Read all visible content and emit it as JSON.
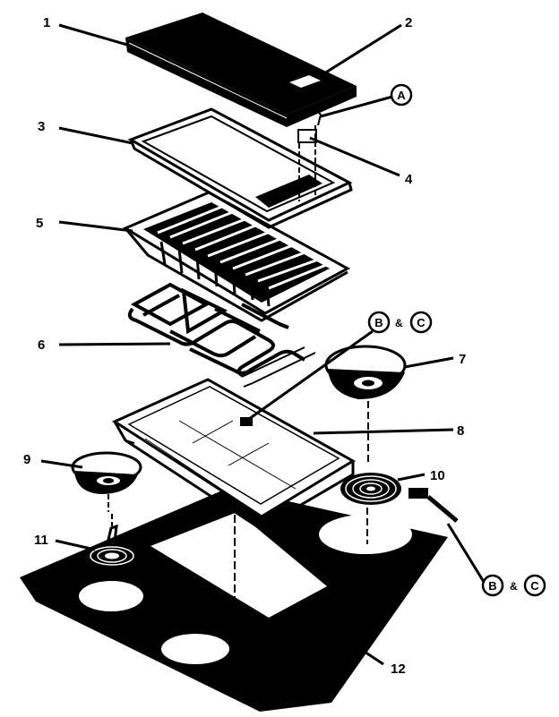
{
  "diagram": {
    "callouts": [
      {
        "id": "1",
        "text": "1"
      },
      {
        "id": "2",
        "text": "2"
      },
      {
        "id": "3",
        "text": "3"
      },
      {
        "id": "4",
        "text": "4"
      },
      {
        "id": "5",
        "text": "5"
      },
      {
        "id": "6",
        "text": "6"
      },
      {
        "id": "7",
        "text": "7"
      },
      {
        "id": "8",
        "text": "8"
      },
      {
        "id": "9",
        "text": "9"
      },
      {
        "id": "10",
        "text": "10"
      },
      {
        "id": "11",
        "text": "11"
      },
      {
        "id": "12",
        "text": "12"
      }
    ],
    "circle_labels": {
      "a": "A",
      "b_top": "B",
      "c_top": "C",
      "b_bottom": "B",
      "c_bottom": "C"
    },
    "amp_top": "&",
    "amp_bottom": "&"
  }
}
